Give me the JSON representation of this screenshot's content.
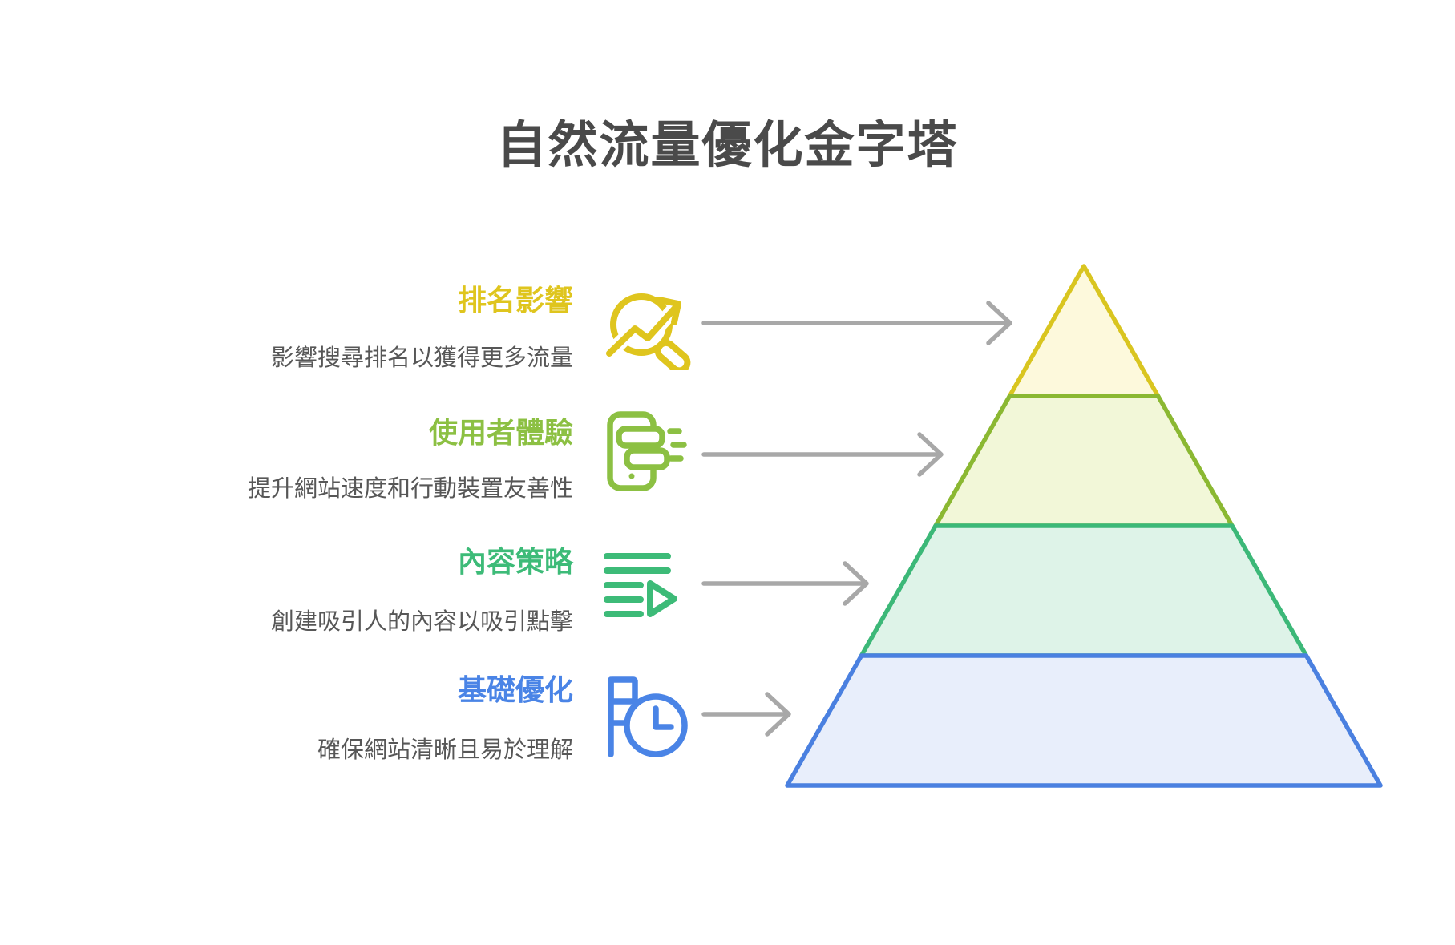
{
  "title": "自然流量優化金字塔",
  "title_color": "#4a4a4a",
  "description_color": "#575757",
  "arrow_color": "#a8a8a8",
  "levels": [
    {
      "label": "排名影響",
      "description": "影響搜尋排名以獲得更多流量",
      "label_color": "#dfc51e",
      "band_fill": "#fdf9dc",
      "band_stroke": "#d9c520",
      "icon": "search-trend-icon"
    },
    {
      "label": "使用者體驗",
      "description": "提升網站速度和行動裝置友善性",
      "label_color": "#8cc043",
      "band_fill": "#f2f7d8",
      "band_stroke": "#8bb832",
      "icon": "phone-speed-icon"
    },
    {
      "label": "內容策略",
      "description": "創建吸引人的內容以吸引點擊",
      "label_color": "#3dbb78",
      "band_fill": "#def3e8",
      "band_stroke": "#3cb878",
      "icon": "content-list-icon"
    },
    {
      "label": "基礎優化",
      "description": "確保網站清晰且易於理解",
      "label_color": "#4a84e6",
      "band_fill": "#e8eefb",
      "band_stroke": "#4a80e0",
      "icon": "doc-clock-icon"
    }
  ]
}
